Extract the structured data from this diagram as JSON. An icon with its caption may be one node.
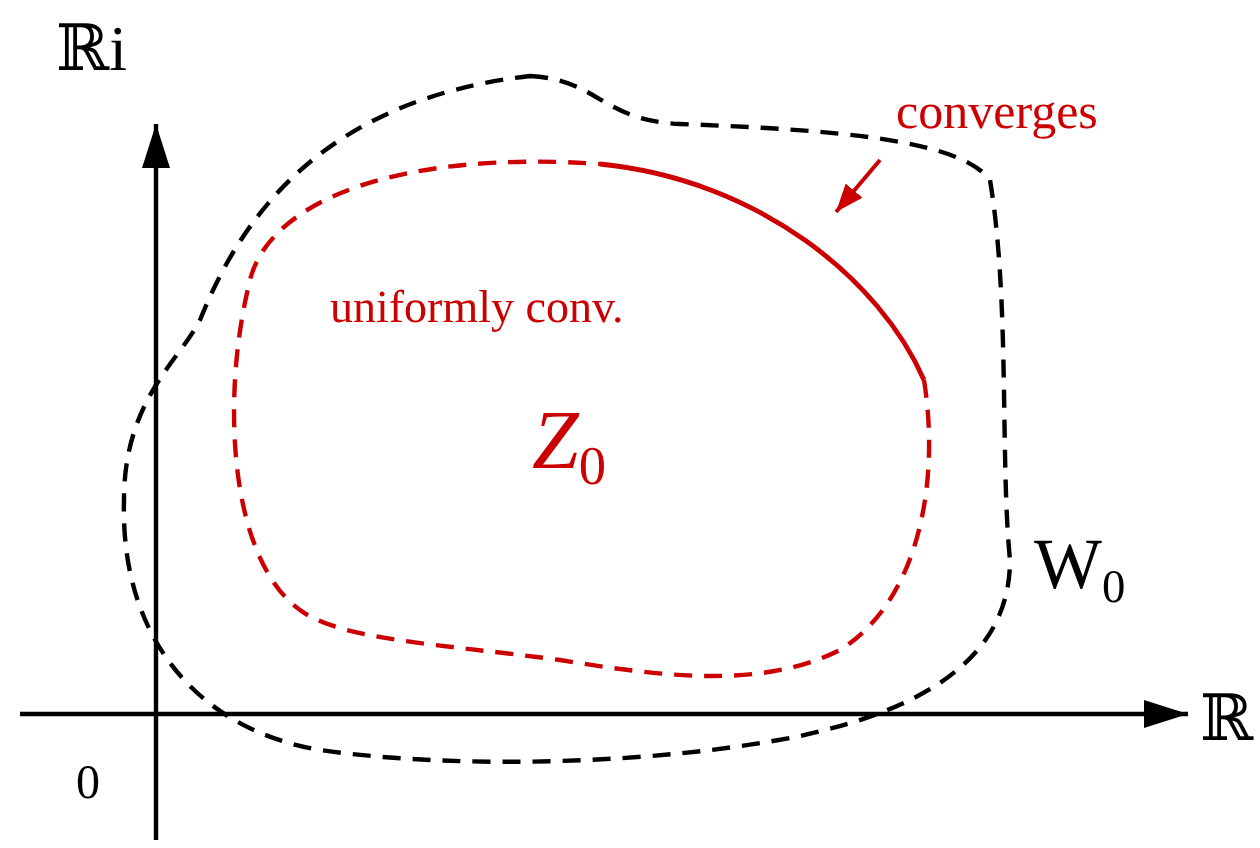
{
  "diagram": {
    "nodes": [
      {
        "text": [
          "converges"
        ]
      },
      {
        "text": [],
        "shape": "line"
      }
    ],
    "edges": [
      {
        "from": 0,
        "to": 1,
        "arrow": "to"
      }
    ],
    "labels": [
      "ℝi",
      "uniformly conv.",
      "Z$_{0}$",
      "W$_{0}$",
      "ℝ",
      "0"
    ]
  }
}
